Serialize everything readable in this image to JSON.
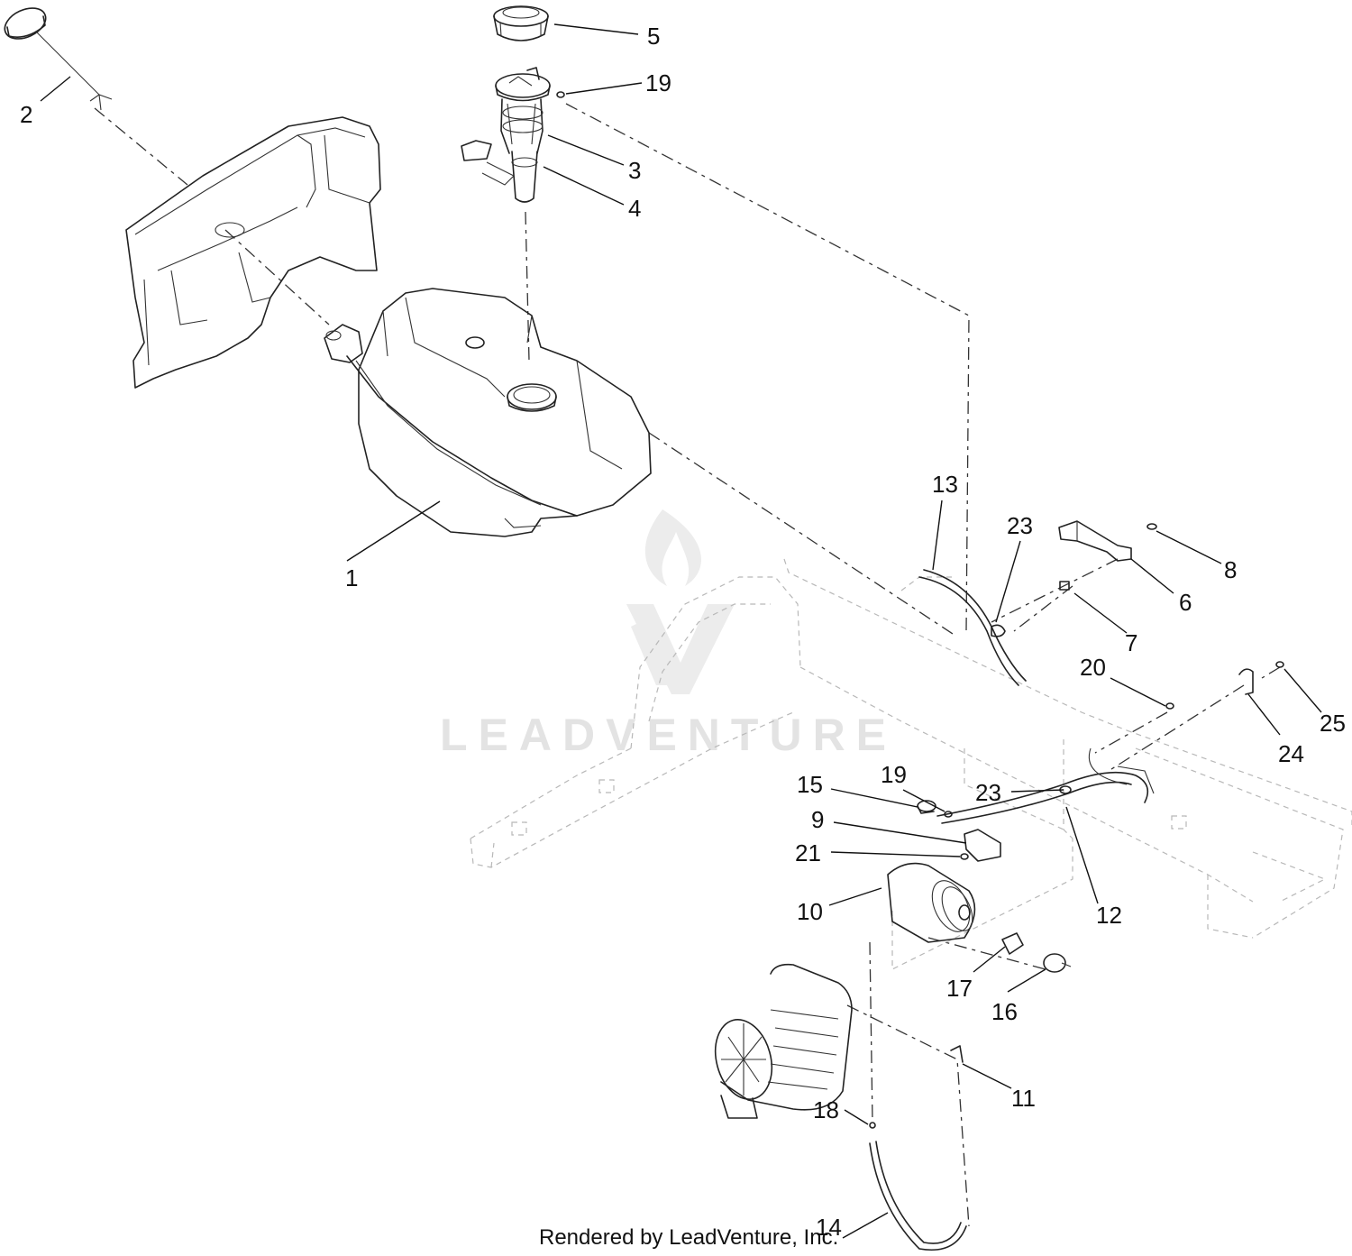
{
  "watermark": {
    "brand_text": "LEADVENTURE"
  },
  "footer": {
    "rendered_by": "Rendered by LeadVenture, Inc."
  },
  "callouts": {
    "c1": "1",
    "c2": "2",
    "c3": "3",
    "c4": "4",
    "c5": "5",
    "c6": "6",
    "c7": "7",
    "c8": "8",
    "c9": "9",
    "c10": "10",
    "c11": "11",
    "c12": "12",
    "c13": "13",
    "c14": "14",
    "c15": "15",
    "c16": "16",
    "c17": "17",
    "c18": "18",
    "c19a": "19",
    "c19b": "19",
    "c20": "20",
    "c21": "21",
    "c23a": "23",
    "c23b": "23",
    "c24": "24",
    "c25": "25"
  }
}
